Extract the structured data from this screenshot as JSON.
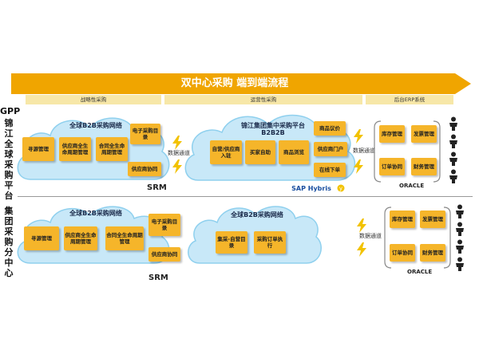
{
  "banner": {
    "title": "双中心采购 端到端流程",
    "color": "#f0a500"
  },
  "phases": [
    {
      "label": "战略性采购"
    },
    {
      "label": "运营性采购"
    },
    {
      "label": "后台ERP系统"
    }
  ],
  "left_labels": {
    "top_prefix": "GPP",
    "top": "锦江全球采购平台",
    "bottom": "集团采购分中心"
  },
  "top_section": {
    "cloud1": {
      "title": "全球B2B采购网络",
      "boxes": [
        "寻源管理",
        "供应商全生命周期管理",
        "合同全生命周期管理"
      ],
      "side_boxes": [
        "电子采购目录",
        "供应商协同"
      ]
    },
    "srm": "SRM",
    "data_channel": "数据通道",
    "cloud2": {
      "title": "锦江集团集中采购平台",
      "subtitle": "B2B2B",
      "boxes": [
        "自营/供应商入驻",
        "买家自助",
        "商品浏览"
      ],
      "side_boxes": [
        "商品议价",
        "供应商门户",
        "在线下单"
      ],
      "footer": "SAP Hybris"
    },
    "erp": {
      "boxes": [
        "库存管理",
        "发票管理",
        "订单协同",
        "财务管理"
      ],
      "oracle": "ORACLE"
    }
  },
  "bottom_section": {
    "cloud1": {
      "title": "全球B2B采购网络",
      "boxes": [
        "寻源管理",
        "供应商全生命周期管理",
        "合同全生命周期管理"
      ],
      "side_boxes": [
        "电子采购目录",
        "供应商协同"
      ]
    },
    "srm": "SRM",
    "cloud2": {
      "title": "全球B2B采购网络",
      "boxes": [
        "集采-自营目录",
        "采购订单执行"
      ]
    },
    "data_channel": "数据通道",
    "erp": {
      "boxes": [
        "库存管理",
        "发票管理",
        "订单协同",
        "财务管理"
      ],
      "oracle": "ORACLE"
    }
  },
  "colors": {
    "box": "#f5b52a",
    "cloud": "#c8e8f8",
    "cloud_edge": "#8fd0ee",
    "phase": "#f7e7a8",
    "bolt": "#f2c200"
  }
}
